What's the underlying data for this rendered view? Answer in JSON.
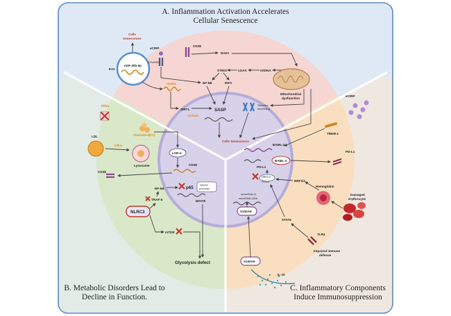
{
  "sections": {
    "a": {
      "title_line1": "A. Inflammation Activation Accelerates",
      "title_line2": "Cellular Senescence"
    },
    "b": {
      "title_line1": "B. Metabolic Disorders Lead to",
      "title_line2": "Decline in Function."
    },
    "c": {
      "title_line1": "C. Inflammatory Components",
      "title_line2": "Induce Immunosuppression"
    }
  },
  "labels": {
    "cells_senescence_top": "Cells\nSenescence",
    "evs": "EVs",
    "mir30b": "miR-30b-5p",
    "ecirp_a": "eCIRP",
    "tlr4_md2": "TLR4/MD2",
    "cd38_a": "CD38",
    "nad": "NAD+",
    "cgas": "cGAS",
    "mtdna": "mtDNA",
    "sting": "STING",
    "nfkb_a": "NF-kB",
    "irf3": "IRF3",
    "mito": "Mitochondrial\ndysfunction",
    "uptake": "Uptake",
    "sirt1": "SIRT1",
    "activate": "Activate",
    "sasp": "SASP",
    "telomere": "Telomere\nshortening",
    "cells_senescence": "Cells Senescence",
    "efflux": "Efflux",
    "cholesterol": "Cholesterol(FC)",
    "ldl": "LDL",
    "influx": "Influx",
    "lysosome": "Lysosome",
    "lxr": "LXR-α",
    "cd38_b": "CD38",
    "cd38_b2": "CD38",
    "nfkb_b": "NF-kB",
    "p65": "p65",
    "nfat5_promoter": "NFAT5\npromoter",
    "nfat5": "NFAT5",
    "traf6": "TRAF-6",
    "nlrc3": "NLRC3",
    "mtor": "mTOR",
    "glycolysis": "Glycolysis defect",
    "ecirp_c": "eCIRP",
    "trem1": "TREM-1",
    "baml2_a": "BAML-2",
    "baml2_b": "BAML-2",
    "pdl1_a": "PD-L1",
    "pdl1_b": "PD-L1",
    "nrf1_stat6": "NRF1/2\nSTAT6",
    "nrf12": "NRF1/2",
    "hemoglobin": "Hemoglobin",
    "damaged_ery": "Damaged\nerythrocyte",
    "microrna21": "microRNA-21",
    "microrna181": "microRNA-181b",
    "s100a9_a": "S100A9",
    "stat6": "STAT6",
    "tlr4": "TLR4",
    "impaired": "Impaired immune\ndefense",
    "s100a9_b": "S100A9",
    "il10": "IL-10"
  },
  "colors": {
    "outer_bg": "#dfe9f5",
    "ring_a": "#f6d6d2",
    "ring_b": "#d9e8c9",
    "ring_c": "#f9dfbf",
    "center": "#d7d2ea",
    "frame": "#5d88c0",
    "red": "#c0392b"
  }
}
